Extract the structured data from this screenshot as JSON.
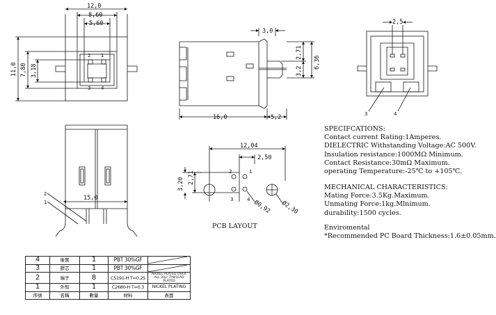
{
  "top_view": {
    "dims": {
      "width_outer": "12,0",
      "width_mid": "8,60",
      "width_inner": "5,60",
      "height_outer": "11,0",
      "height_mid": "7,80",
      "height_inner": "3,18"
    },
    "pins": [
      "2",
      "1",
      "3",
      "4"
    ]
  },
  "side_view": {
    "dims": {
      "top": "3,0",
      "right_a": "2,71",
      "right_b": "3,2",
      "right_c": "6,36",
      "length": "16,0",
      "tail": "5,2"
    }
  },
  "front_view": {
    "dims": {
      "top": "2,5"
    },
    "pins": [
      "3",
      "4"
    ]
  },
  "bottom_view": {
    "dims": {
      "width": "15,0"
    },
    "pins": [
      "2",
      "1"
    ]
  },
  "pcb_layout": {
    "title": "PCB LAYOUT",
    "dims": {
      "span": "12,04",
      "pitch": "2,50",
      "h_a": "3,20",
      "h_b": "2,71",
      "hole_small": "Ø0,92",
      "hole_large": "Ø2,30"
    },
    "pins": [
      "2",
      "1",
      "3",
      "4"
    ]
  },
  "specs": {
    "heading": "SPECIFCATIONS:",
    "lines": [
      "Contact current Rating:1Amperes.",
      "DIELECTRIC Withstanding Voltage:AC 500V.",
      "Insulation resistance:1000MΩ Minimum.",
      "Contact Resistance:30mΩ Maximum.",
      "operating Temperature:-25℃ to +105℃."
    ],
    "mech_heading": "MECHANICAL CHARACTERISTICS:",
    "mech_lines": [
      "Mating Force:3.5Kg.Maximum.",
      "Unmating Force:1kg.Mlnimum.",
      "durability:1500 cycles."
    ],
    "env_heading": "Enviromental",
    "env_lines": [
      "*Recommended PC Board Thickness:1.6±0.05mm."
    ]
  },
  "bom": {
    "rows": [
      {
        "no": "4",
        "name": "後實",
        "qty": "1",
        "material": "PBT 30%GF",
        "finish": ""
      },
      {
        "no": "3",
        "name": "膠芯",
        "qty": "1",
        "material": "PBT 30%GF",
        "finish": ""
      },
      {
        "no": "2",
        "name": "端子",
        "qty": "8",
        "material": "C5191-H T=0.25",
        "finish": "NICKEL PLATED OVER ALL 30µ\" TIN/LEAD PLATED"
      },
      {
        "no": "1",
        "name": "外殼",
        "qty": "1",
        "material": "C2680-H T=0.3",
        "finish": "NICKEL PLATING"
      }
    ],
    "header": {
      "no": "序號",
      "name": "名稱",
      "qty": "數量",
      "material": "材料",
      "finish": "表面"
    }
  }
}
